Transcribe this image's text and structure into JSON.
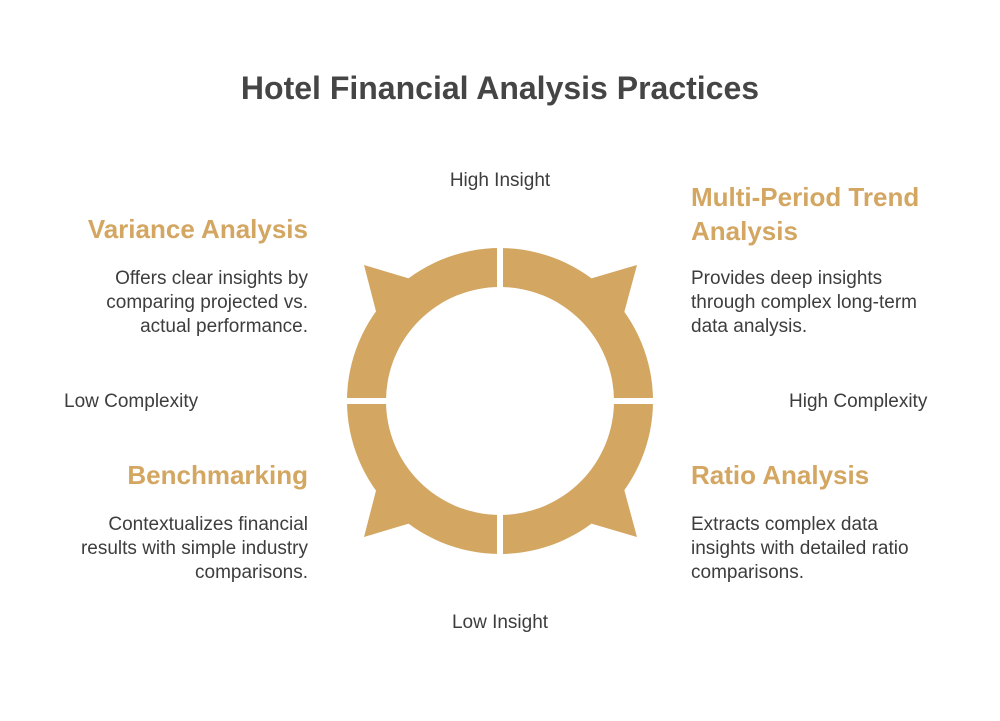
{
  "title": "Hotel Financial Analysis Practices",
  "axes": {
    "top": "High Insight",
    "bottom": "Low Insight",
    "left": "Low Complexity",
    "right": "High Complexity"
  },
  "quadrants": {
    "top_left": {
      "heading": "Variance Analysis",
      "description_lines": [
        "Offers clear insights by",
        "comparing projected vs.",
        "actual performance."
      ]
    },
    "top_right": {
      "heading_lines": [
        "Multi-Period Trend",
        "Analysis"
      ],
      "description_lines": [
        "Provides deep insights",
        "through complex long-term",
        "data analysis."
      ]
    },
    "bottom_left": {
      "heading": "Benchmarking",
      "description_lines": [
        "Contextualizes financial",
        "results with simple industry",
        "comparisons."
      ]
    },
    "bottom_right": {
      "heading": "Ratio Analysis",
      "description_lines": [
        "Extracts complex data",
        "insights with detailed ratio",
        "comparisons."
      ]
    }
  },
  "colors": {
    "accent": "#d3a662",
    "text": "#3d3d3d",
    "title": "#454545"
  }
}
